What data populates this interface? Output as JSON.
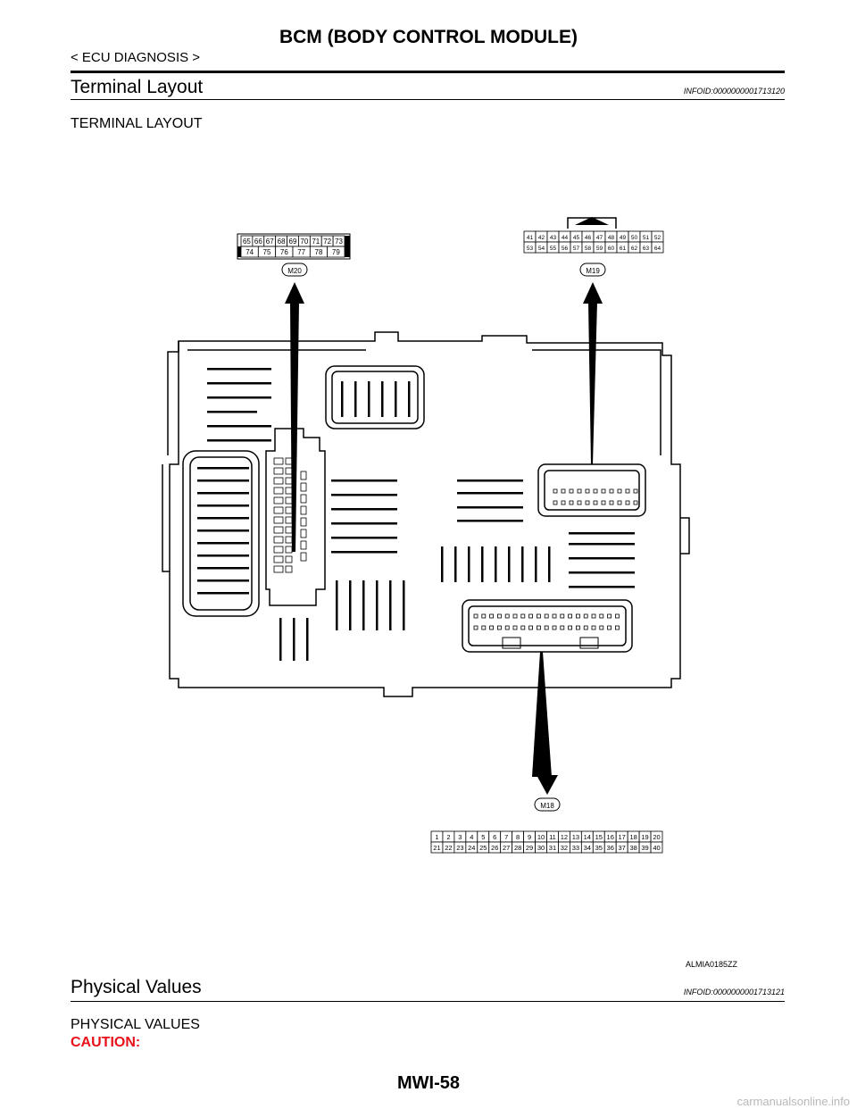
{
  "header": {
    "title": "BCM (BODY CONTROL MODULE)",
    "subtitle": "< ECU DIAGNOSIS >"
  },
  "sections": [
    {
      "title": "Terminal Layout",
      "infoid": "INFOID:0000000001713120",
      "subheading": "TERMINAL LAYOUT"
    },
    {
      "title": "Physical Values",
      "infoid": "INFOID:0000000001713121",
      "subheading": "PHYSICAL VALUES"
    }
  ],
  "caution": "CAUTION:",
  "figure": {
    "code": "ALMIA0185ZZ",
    "connectors": [
      {
        "id": "M20",
        "rows": [
          [
            "65",
            "66",
            "67",
            "68",
            "69",
            "70",
            "71",
            "72",
            "73"
          ],
          [
            "74",
            "75",
            "76",
            "77",
            "78",
            "79"
          ]
        ]
      },
      {
        "id": "M19",
        "rows": [
          [
            "41",
            "42",
            "43",
            "44",
            "45",
            "46",
            "47",
            "48",
            "49",
            "50",
            "51",
            "52"
          ],
          [
            "53",
            "54",
            "55",
            "56",
            "57",
            "58",
            "59",
            "60",
            "61",
            "62",
            "63",
            "64"
          ]
        ]
      },
      {
        "id": "M18",
        "rows": [
          [
            "1",
            "2",
            "3",
            "4",
            "5",
            "6",
            "7",
            "8",
            "9",
            "10",
            "11",
            "12",
            "13",
            "14",
            "15",
            "16",
            "17",
            "18",
            "19",
            "20"
          ],
          [
            "21",
            "22",
            "23",
            "24",
            "25",
            "26",
            "27",
            "28",
            "29",
            "30",
            "31",
            "32",
            "33",
            "34",
            "35",
            "36",
            "37",
            "38",
            "39",
            "40"
          ]
        ]
      }
    ]
  },
  "footer": {
    "page": "MWI-58",
    "watermark": "carmanualsonline.info"
  }
}
